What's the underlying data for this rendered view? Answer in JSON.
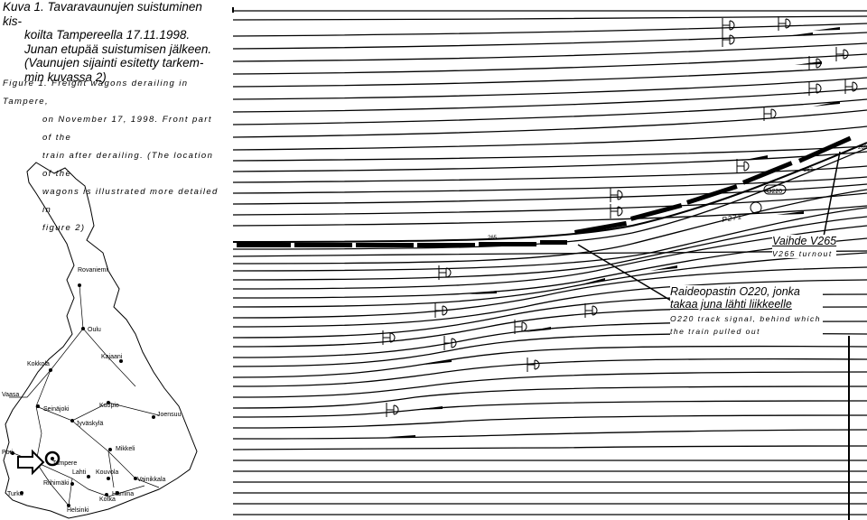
{
  "caption_fi": {
    "line1": "Kuva 1. Tavaravaunujen suistuminen kis-",
    "line2": "koilta Tampereella 17.11.1998.",
    "line3": "Junan etupää suistumisen jälkeen.",
    "line4": "(Vaunujen sijainti esitetty tarkem-",
    "line5": "min kuvassa 2)"
  },
  "caption_en": {
    "line1": "Figure 1. Freight wagons derailing in Tampere,",
    "line2": "on November 17, 1998. Front part of the",
    "line3": "train after derailing. (The location of the",
    "line4": "wagons is illustrated more detailed in",
    "line5": "figure 2)"
  },
  "turnout_label": {
    "fi": "Vaihde V265",
    "en": "V265 turnout"
  },
  "signal_label": {
    "fi_line1": "Raideopastin O220, jonka",
    "fi_line2": "takaa juna lähti liikkeelle",
    "en_line1": "O220 track signal, behind which",
    "en_line2": "the train pulled out"
  },
  "track_marks": {
    "p271": "P271",
    "o220": "O220",
    "v265": "265",
    "v267": "267",
    "v269": "269"
  },
  "map": {
    "cities": {
      "rovaniemi": "Rovaniemi",
      "oulu": "Oulu",
      "kajaani": "Kajaani",
      "kokkola": "Kokkola",
      "vaasa": "Vaasa",
      "seinajoki": "Seinäjoki",
      "kuopio": "Kuopio",
      "joensuu": "Joensuu",
      "jyvaskyla": "Jyväskylä",
      "pori": "Pori",
      "mikkeli": "Mikkeli",
      "tampere": "Tampere",
      "lahti": "Lahti",
      "kouvola": "Kouvola",
      "vainikkala": "Vainikkala",
      "riihimaki": "Riihimäki",
      "turku": "Turku",
      "kotka": "Kotka",
      "hamina": "Hamina",
      "helsinki": "Helsinki"
    }
  }
}
